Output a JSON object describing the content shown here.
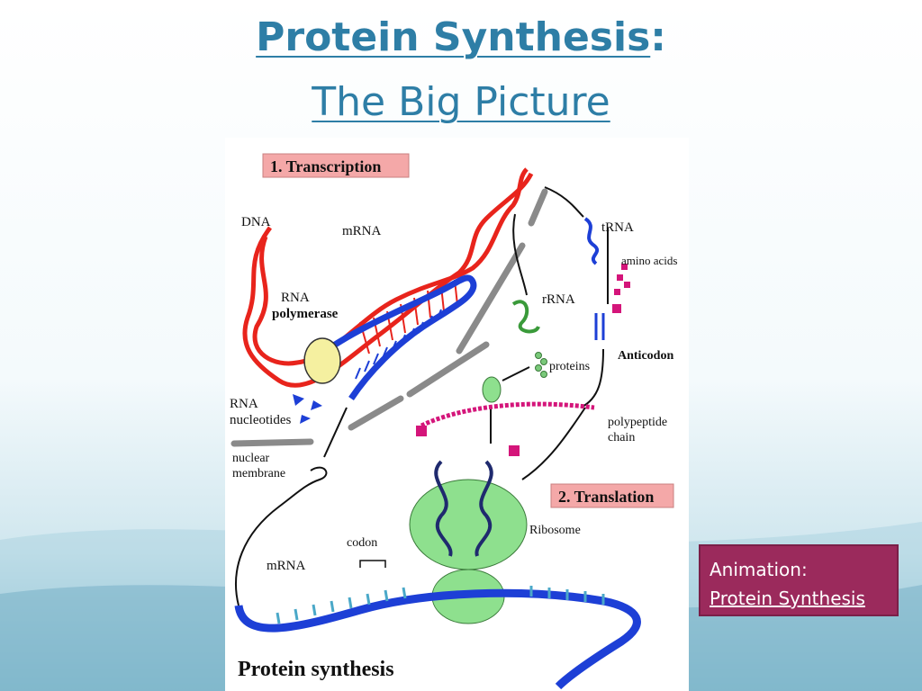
{
  "title": {
    "main": "Protein Synthesis",
    "colon": ":",
    "subtitle": "The Big Picture"
  },
  "figure": {
    "section1": "1. Transcription",
    "section2": "2. Translation",
    "caption": "Protein synthesis",
    "labels": {
      "dna": "DNA",
      "mrna_top": "mRNA",
      "rna_polymerase_1": "RNA",
      "rna_polymerase_2": "polymerase",
      "rna_nucleotides_1": "RNA",
      "rna_nucleotides_2": "nucleotides",
      "nuclear_membrane_1": "nuclear",
      "nuclear_membrane_2": "membrane",
      "trna": "tRNA",
      "amino_acids": "amino acids",
      "rrna": "rRNA",
      "anticodon": "Anticodon",
      "proteins": "proteins",
      "polypeptide_1": "polypeptide",
      "polypeptide_2": "chain",
      "ribosome": "Ribosome",
      "codon": "codon",
      "mrna_bottom": "mRNA"
    }
  },
  "animation": {
    "label": "Animation:",
    "link": "Protein Synthesis"
  },
  "colors": {
    "accent": "#2e7ea6",
    "box": "#9b2a5c",
    "dna": "#e8241c",
    "mrna": "#1d3fd6",
    "ribosome": "#8ee08e",
    "amino": "#d4157a"
  }
}
